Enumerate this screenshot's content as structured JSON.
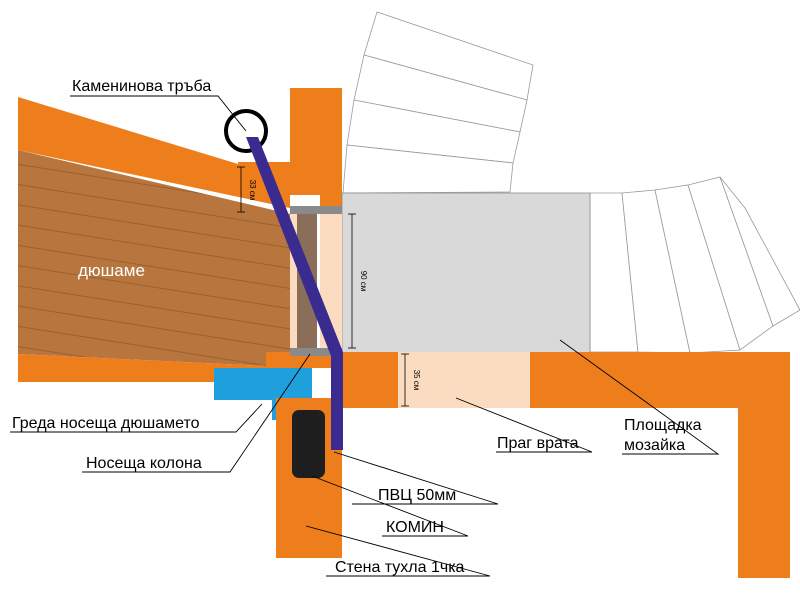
{
  "labels": {
    "pipe": "Каменинова тръба",
    "floor": "дюшаме",
    "beam": "Греда носеща дюшамето",
    "column": "Носеща колона",
    "threshold": "Праг врата",
    "landing_line1": "Площадка",
    "landing_line2": "мозайка",
    "pvc": "ПВЦ 50мм",
    "chimney": "КОМИН",
    "wall": "Стена тухла 1чка"
  },
  "dimensions": {
    "d33": "33 см",
    "d90": "90 см",
    "d35": "35 см"
  },
  "colors": {
    "brick_orange": "#ee7d1c",
    "parquet_brown": "#b8763e",
    "column_blue": "#1fa0dc",
    "pvc_pipe": "#3a2b8f",
    "chimney_black": "#1e1e1e",
    "landing_gray": "#d9d9d9",
    "threshold_peach": "#fbdcc0"
  }
}
